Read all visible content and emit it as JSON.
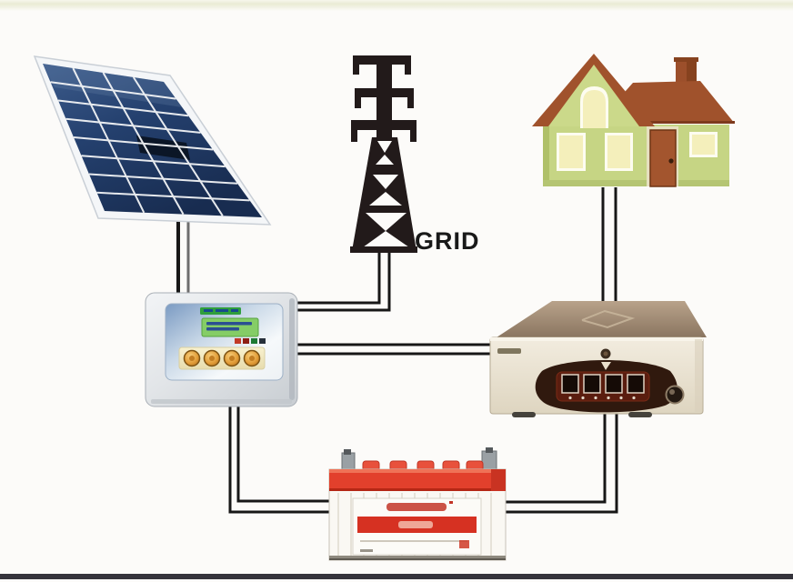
{
  "labels": {
    "grid": "GRID"
  },
  "icons": [
    {
      "name": "solar-panel-icon"
    },
    {
      "name": "transmission-tower-icon"
    },
    {
      "name": "house-icon"
    },
    {
      "name": "charge-controller-icon"
    },
    {
      "name": "inverter-icon"
    },
    {
      "name": "battery-icon"
    }
  ],
  "connections": [
    {
      "from": "solar-panel",
      "to": "charge-controller",
      "wires": 2
    },
    {
      "from": "grid-tower",
      "to": "charge-controller",
      "wires": 2
    },
    {
      "from": "charge-controller",
      "to": "inverter",
      "wires": 2
    },
    {
      "from": "charge-controller",
      "to": "battery",
      "wires": 2
    },
    {
      "from": "house",
      "to": "inverter",
      "wires": 2
    },
    {
      "from": "inverter",
      "to": "battery",
      "wires": 2
    }
  ],
  "colors": {
    "background": "#fcfbf9",
    "top_border": "#eaebd5",
    "bottom_border": "#35343c",
    "wire": "#171717",
    "panel_cell_dark": "#182c50",
    "panel_cell_light": "#3d5c8c",
    "panel_frame": "#f4f6f8",
    "tower": "#221a1a",
    "house_wall": "#c6d584",
    "house_roof": "#a0522c",
    "house_window": "#f4efbb",
    "house_door": "#a3552e",
    "controller_shell": "#e2e5e8",
    "controller_screen_blue": "#7b9bc3",
    "controller_display_green": "#85cd66",
    "controller_button_orange": "#e19b36",
    "inverter_face": "#f0eadd",
    "inverter_lid": "#a8937c",
    "inverter_display_brown": "#30190e",
    "inverter_display_maroon": "#5a1d0f",
    "battery_body": "#faf8f3",
    "battery_red": "#e2402c"
  }
}
